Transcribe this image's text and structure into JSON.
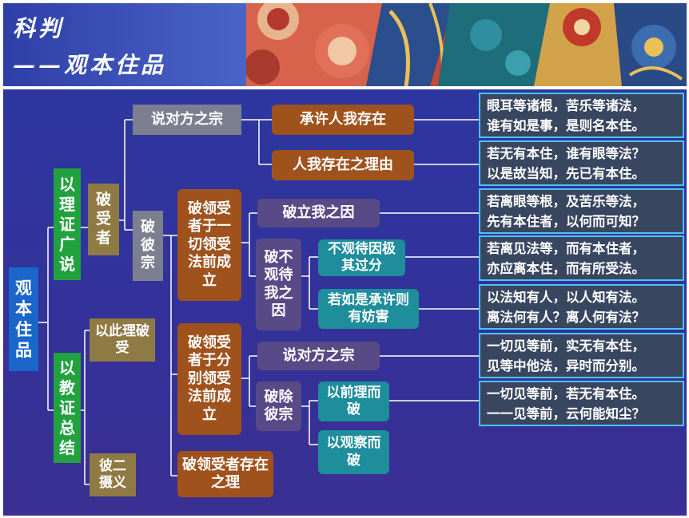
{
  "header": {
    "title_line1": "科判",
    "title_line2": "——观本住品"
  },
  "nodes": {
    "root": "观本住品",
    "proof_broad": "以理证广说",
    "conclude": "以教证总结",
    "refute_recipient": "破受者",
    "refute_by_reason": "以此理破受",
    "two_summaries": "彼二摄义",
    "refute_other": "破彼宗",
    "other_view_1": "说对方之宗",
    "admit_self": "承许人我存在",
    "self_reason": "人我存在之理由",
    "refute_before_all": "破领受者于一切领受法前成立",
    "refute_established": "破立我之因",
    "refute_independent": "破不观待我之因",
    "no_dependence": "不观待因极其过分",
    "if_admitted": "若如是承许则有妨害",
    "refute_before_each": "破领受者于分别领受法前成立",
    "other_view_2": "说对方之宗",
    "refute_their_view": "破除彼宗",
    "by_prior_reason": "以前理而破",
    "by_observation": "以观察而破",
    "refute_existence": "破领受者存在之理"
  },
  "quotes": [
    {
      "line1": "眼耳等诸根，苦乐等诸法，",
      "line2": "谁有如是事，是则名本住。"
    },
    {
      "line1": "若无有本住，谁有眼等法？",
      "line2": "以是故当知，先已有本住。"
    },
    {
      "line1": "若离眼等根，及苦乐等法，",
      "line2": "先有本住者，以何而可知？"
    },
    {
      "line1": "若离见法等，而有本住者，",
      "line2": "亦应离本住，而有所受法。"
    },
    {
      "line1": "以法知有人，以人知有法。",
      "line2": "离法何有人？离人何有法？"
    },
    {
      "line1": "一切见等前，实无有本住，",
      "line2": "见等中他法，异时而分别。"
    },
    {
      "line1": "一切见等前，若无有本住。",
      "line2": "一一见等前，云何能知尘？"
    }
  ],
  "colors": {
    "root": "#1b66c9",
    "level1": "#22a23f",
    "level2": "#8f7a43",
    "level3": "#7c7f8f",
    "level4": "#a0521d",
    "level5": "#584a86",
    "level6": "#1e8d9c",
    "quote_bg": "#384660",
    "quote_border": "#4cc3f0"
  }
}
